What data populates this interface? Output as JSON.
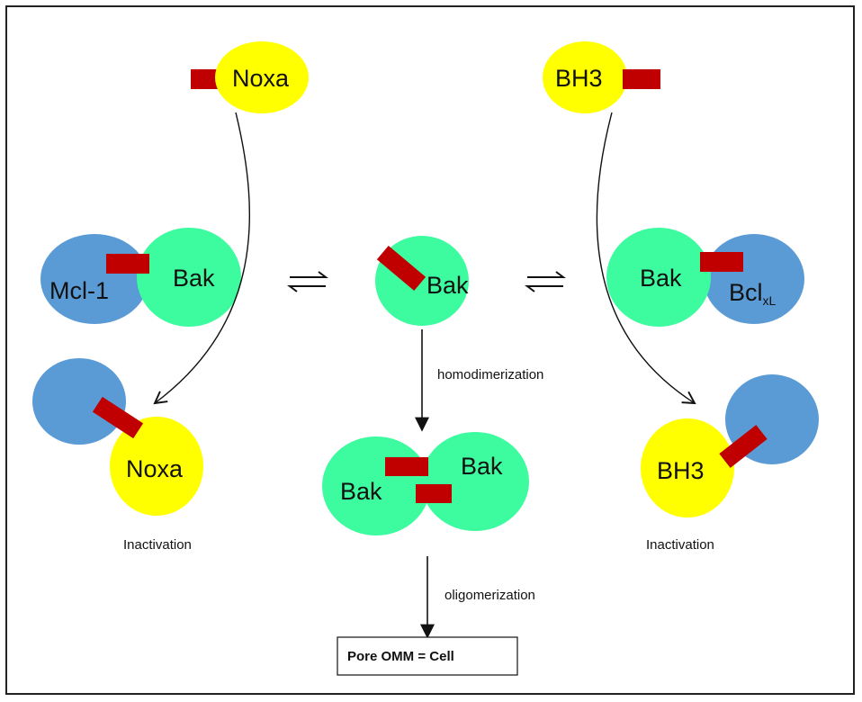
{
  "colors": {
    "yellow": "#ffff00",
    "green": "#3dfc9f",
    "blue": "#5b9bd5",
    "red": "#c00000",
    "line": "#111111"
  },
  "labels": {
    "noxa_top": "Noxa",
    "bh3_top": "BH3",
    "mcl1": "Mcl-1",
    "bak_left": "Bak",
    "bak_center": "Bak",
    "bak_right": "Bak",
    "bcl_main": "Bcl",
    "bcl_sub": "xL",
    "noxa_bottom": "Noxa",
    "bh3_bottom": "BH3",
    "dimer_bak_left": "Bak",
    "dimer_bak_right": "Bak",
    "homodimerization": "homodimerization",
    "oligomerization": "oligomerization",
    "inactivation_left": "Inactivation",
    "inactivation_right": "Inactivation",
    "pore": "Pore OMM = Cell"
  },
  "icons": {
    "equilibrium_left": "equilibrium-arrows-icon",
    "equilibrium_right": "equilibrium-arrows-icon"
  }
}
